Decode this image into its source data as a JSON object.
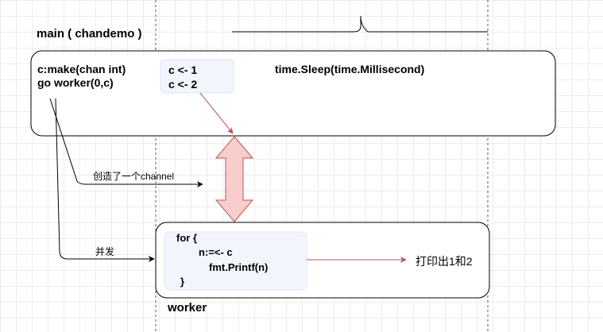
{
  "main": {
    "title": "main ( chandemo )",
    "code_line_1": "c:make(chan int)",
    "code_line_2": "go worker(0,c)",
    "send_line_1": "c <- 1",
    "send_line_2": "c <- 2",
    "sleep": "time.Sleep(time.Millisecond)"
  },
  "edges": {
    "create_label": "创造了一个channel",
    "concurrent_label": "并发"
  },
  "worker": {
    "title": "worker",
    "code_line_1": "for {",
    "code_line_2": "n:=<- c",
    "code_line_3": "fmt.Printf(n)",
    "code_line_4": "}",
    "output": "打印出1和2"
  },
  "colors": {
    "border": "#000000",
    "inner_box_fill": "#f2f6fc",
    "inner_box_border": "#dfe4f5",
    "arrow_red": "#b85450",
    "double_arrow_fill": "#f8cecc",
    "double_arrow_stroke": "#b85450",
    "guide_line": "#555555"
  }
}
